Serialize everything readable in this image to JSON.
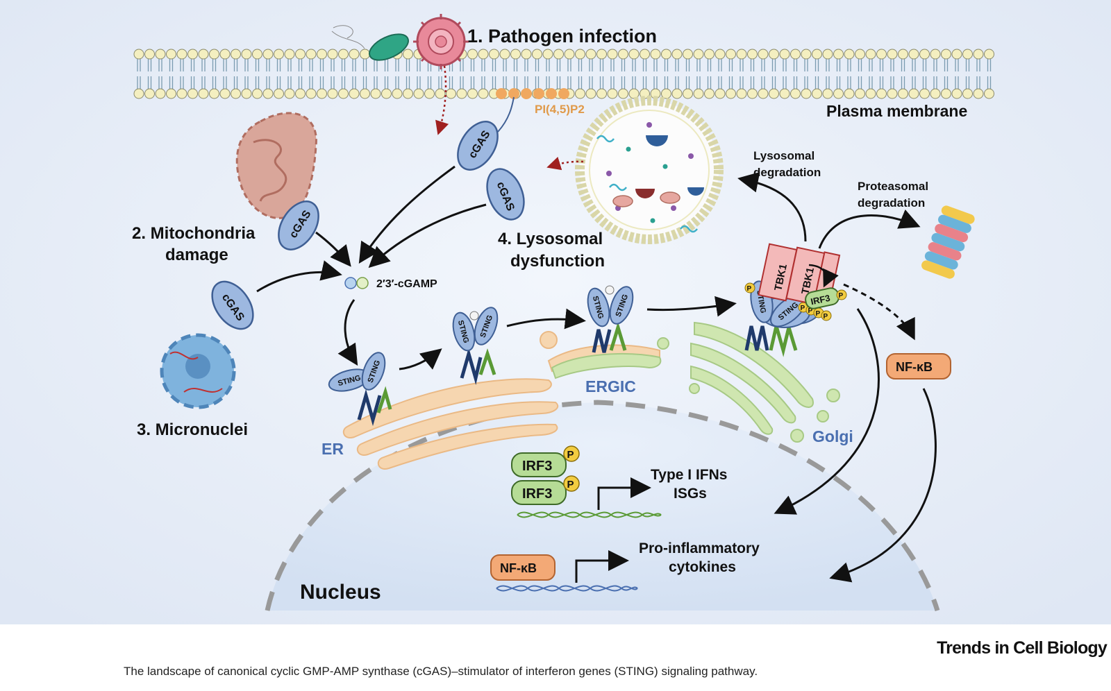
{
  "labels": {
    "pathogen_infection": "1. Pathogen infection",
    "plasma_membrane": "Plasma membrane",
    "pip2": "PI(4,5)P2",
    "mito_line1": "2. Mitochondria",
    "mito_line2": "damage",
    "micronuclei": "3. Micronuclei",
    "lyso_dys_line1": "4. Lysosomal",
    "lyso_dys_line2": "dysfunction",
    "lyso_deg_line1": "Lysosomal",
    "lyso_deg_line2": "degradation",
    "prot_deg_line1": "Proteasomal",
    "prot_deg_line2": "degradation",
    "cgamp": "2′3′-cGAMP",
    "er": "ER",
    "ergic": "ERGIC",
    "golgi": "Golgi",
    "nucleus": "Nucleus",
    "cgas": "cGAS",
    "sting": "STING",
    "tbk1": "TBK1",
    "irf3": "IRF3",
    "nfkb": "NF-κB",
    "p": "P",
    "ifn_line1": "Type I IFNs",
    "ifn_line2": "ISGs",
    "cyto_line1": "Pro-inflammatory",
    "cyto_line2": "cytokines"
  },
  "footer": {
    "journal": "Trends in Cell Biology",
    "caption": "The landscape of canonical cyclic GMP-AMP synthase (cGAS)–stimulator of interferon genes (STING) signaling pathway."
  },
  "colors": {
    "background": "#e8eef8",
    "membrane_head": "#f4efc0",
    "protein_blue": "#9db8e0",
    "protein_green": "#b6dc96",
    "organelle_orange": "#f6d6b0",
    "golgi_green": "#cfe6b0",
    "nfkb_orange": "#f3a976",
    "phospho_yellow": "#f2cc40",
    "tbk1_red": "#f3b9b9",
    "label_blue": "#4a6fb0"
  }
}
